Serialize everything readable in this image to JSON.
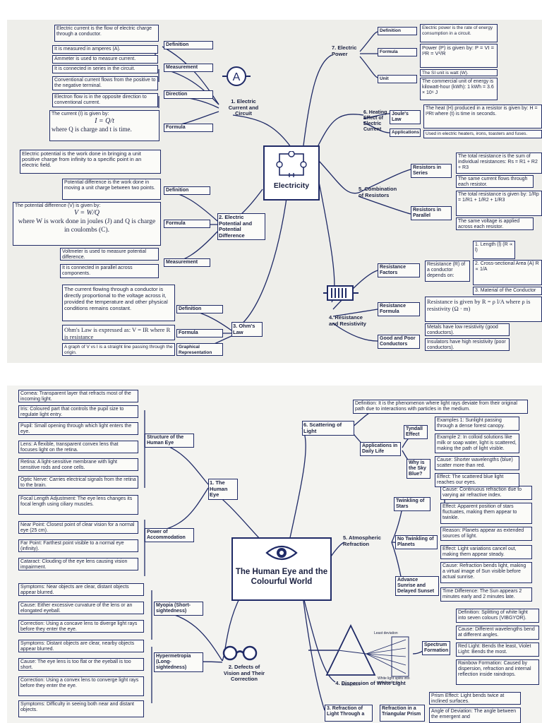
{
  "p1": {
    "center": "Electricity",
    "ammeter_symbol": "A",
    "b1": {
      "label": "1. Electric Current and Circuit",
      "def": "Definition",
      "def_t": "Electric current is the flow of electric charge through a conductor.",
      "meas": "Measurement",
      "meas_t1": "It is measured in amperes (A).",
      "meas_t2": "Ammeter is used to measure current.",
      "meas_t3": "It is connected in series in the circuit.",
      "dir": "Direction",
      "dir_t1": "Conventional current flows from the positive to the negative terminal.",
      "dir_t2": "Electron flow is in the opposite direction to conventional current.",
      "form": "Formula",
      "form_t1": "The current (I) is given by:",
      "form_eq": "I = Q/t",
      "form_t2": "where Q is charge and t is time."
    },
    "b2": {
      "label": "2. Electric Potential and Potential Difference",
      "def": "Definition",
      "def_t1": "Electric potential is the work done in bringing a unit positive charge from infinity to a specific point in an electric field.",
      "def_t2": "Potential difference is the work done in moving a unit charge between two points.",
      "form": "Formula",
      "form_t1": "The potential difference (V) is given by:",
      "form_eq": "V = W/Q",
      "form_t2": "where W is work done in joules (J) and Q is charge in coulombs (C).",
      "meas": "Measurement",
      "meas_t1": "Voltmeter is used to measure potential difference.",
      "meas_t2": "It is connected in parallel across components."
    },
    "b3": {
      "label": "3. Ohm's Law",
      "def": "Definition",
      "def_t": "The current flowing through a conductor is directly proportional to the voltage across it, provided the temperature and other physical conditions remains constant.",
      "form": "Formula",
      "form_t": "Ohm's Law is expressed as: V = IR   where R is resistance",
      "graph": "Graphical Representation",
      "graph_t": "A graph of V vs I is a straight line passing through the origin."
    },
    "b4": {
      "label": "4. Resistance and Resistivity",
      "rf": "Resistance Factors",
      "rf_t": "Resistance (R) of a conductor depends on:",
      "rf_1": "1. Length (l) (R ∝ l)",
      "rf_2": "2. Cross-sectional Area (A) R ∝ 1/A",
      "rf_3": "3. Material of the Conductor",
      "formula": "Resistance Formula",
      "formula_t": "Resistance is given by R = ρ l/A   where ρ is resistivity (Ω · m)",
      "gp": "Good and Poor Conductors",
      "gp_1": "Metals have low resistivity (good conductors).",
      "gp_2": "Insulators have high resistivity (poor conductors)."
    },
    "b5": {
      "label": "5. Combination of Resistors",
      "series": "Resistors in Series",
      "s_1": "The total resistance is the sum of individual resistances: Rs = R1 + R2 + R3",
      "s_2": "The same current flows through each resistor.",
      "parallel": "Resistors in Parallel",
      "p_1": "The total resistance is given by: 1/Rp = 1/R1 + 1/R2 + 1/R3",
      "p_2": "The same voltage is applied across each resistor."
    },
    "b6": {
      "label": "6. Heating Effect of Electric Current",
      "jl": "Joule's Law",
      "jl_t": "The heat (H) produced in a resistor is given by: H = I²Rt where (t) is time in seconds.",
      "app": "Applications",
      "app_t": "Used in electric heaters, irons, toasters and fuses."
    },
    "b7": {
      "label": "7. Electric Power",
      "def": "Definition",
      "def_t": "Electric power is the rate of energy consumption in a circuit.",
      "form": "Formula",
      "form_t": "Power (P) is given by: P = VI = I²R = V²/R",
      "unit": "Unit",
      "unit_t1": "The SI unit is watt (W).",
      "unit_t2": "The commercial unit of energy is kilowatt-hour (kWh): 1 kWh = 3.6 × 10⁶ J"
    }
  },
  "p2": {
    "center": "The Human Eye and the Colourful World",
    "b1": {
      "label": "1. The Human Eye",
      "struct": "Structure of the Human Eye",
      "cornea": "Cornea: Transparent layer that refracts most of the incoming light.",
      "iris": "Iris: Coloured part that controls the pupil size to regulate light entry.",
      "pupil": "Pupil: Small opening through which light enters the eye.",
      "lens": "Lens: A flexible, transparent convex lens that focuses light on the retina.",
      "retina": "Retina: A light-sensitive membrane with light sensitive rods and cone cells.",
      "optic": "Optic Nerve: Carries electrical signals from the retina to the brain.",
      "power": "Power of Accommodation",
      "focal": "Focal Length Adjustment: The eye lens changes its focal length using ciliary muscles.",
      "near": "Near Point: Closest point of clear vision for a normal eye (25 cm).",
      "far": "Far Point: Farthest point visible to a normal eye (infinity).",
      "cataract": "Cataract: Clouding of the eye lens causing vision impairment."
    },
    "b2": {
      "label": "2. Defects of Vision and Their Correction",
      "myopia": "Myopia (Short-sightedness)",
      "m_sym": "Symptoms: Near objects are clear, distant objects appear blurred.",
      "m_cause": "Cause: Either excessive curvature of the lens or an elongated eyeball.",
      "m_corr": "Correction: Using a concave lens to diverge light rays before they enter the eye.",
      "hyper": "Hypermetropia (Long-sightedness)",
      "h_sym": "Symptoms: Distant objects are clear, nearby objects appear blurred.",
      "h_cause": "Cause: The eye lens is too flat or the eyeball is too short.",
      "h_corr": "Correction: Using a convex lens to converge light rays before they enter the eye.",
      "presby": "Symptoms: Difficulty in seeing both near and distant objects."
    },
    "b3": {
      "label": "3. Refraction of Light Through a",
      "rtp": "Refraction in a Triangular Prism",
      "prism_eff": "Prism Effect: Light bends twice at inclined surfaces.",
      "dev": "Angle of Deviation: The angle between the emergent and"
    },
    "b4": {
      "label": "4. Dispersion of White Light",
      "spectrum": "Spectrum Formation",
      "def": "Definition: Splitting of white light into seven colours (VIBGYOR).",
      "cause": "Cause: Different wavelengths bend at different angles.",
      "red": "Red Light: Bends the least, Violet Light: Bends the most.",
      "rainbow": "Rainbow Formation: Caused by dispersion, refraction and internal reflection inside raindrops.",
      "fig_white": "White light splits into seven colours",
      "fig_glass": "Glass prism",
      "fig_dev": "Least deviation"
    },
    "b5": {
      "label": "5. Atmospheric Refraction",
      "twinkle": "Twinkling of Stars",
      "tw_cause": "Cause: Continuous refraction due to varying air refractive index.",
      "tw_eff": "Effect: Apparent position of stars fluctuates, making them appear to twinkle.",
      "notw": "No Twinkling of Planets",
      "nt_reason": "Reason: Planets appear as extended sources of light.",
      "nt_eff": "Effect: Light variations cancel out, making them appear steady.",
      "sun": "Advance Sunrise and Delayed Sunset",
      "sun_cause": "Cause: Refraction bends light, making a virtual image of Sun visible before actual sunrise.",
      "sun_time": "Time Difference: The Sun appears 2 minutes early and 2 minutes late."
    },
    "b6": {
      "label": "6. Scattering of Light",
      "apps": "Applications in Daily Life",
      "def": "Definition: It is the phenomenon where light rays deviate from their original path due to interactions with particles in the medium.",
      "tyndall": "Tyndall Effect",
      "ex1": "Examples 1: Sunlight passing through a dense forest canopy.",
      "ex2": "Example 2: In colloid solutions like milk or soap water, light is scattered, making the path of light visible.",
      "why": "Why is the Sky Blue?",
      "why_cause": "Cause: Shorter wavelengths (blue) scatter more than red.",
      "why_eff": "Effect: The scattered blue light reaches our eyes."
    }
  }
}
